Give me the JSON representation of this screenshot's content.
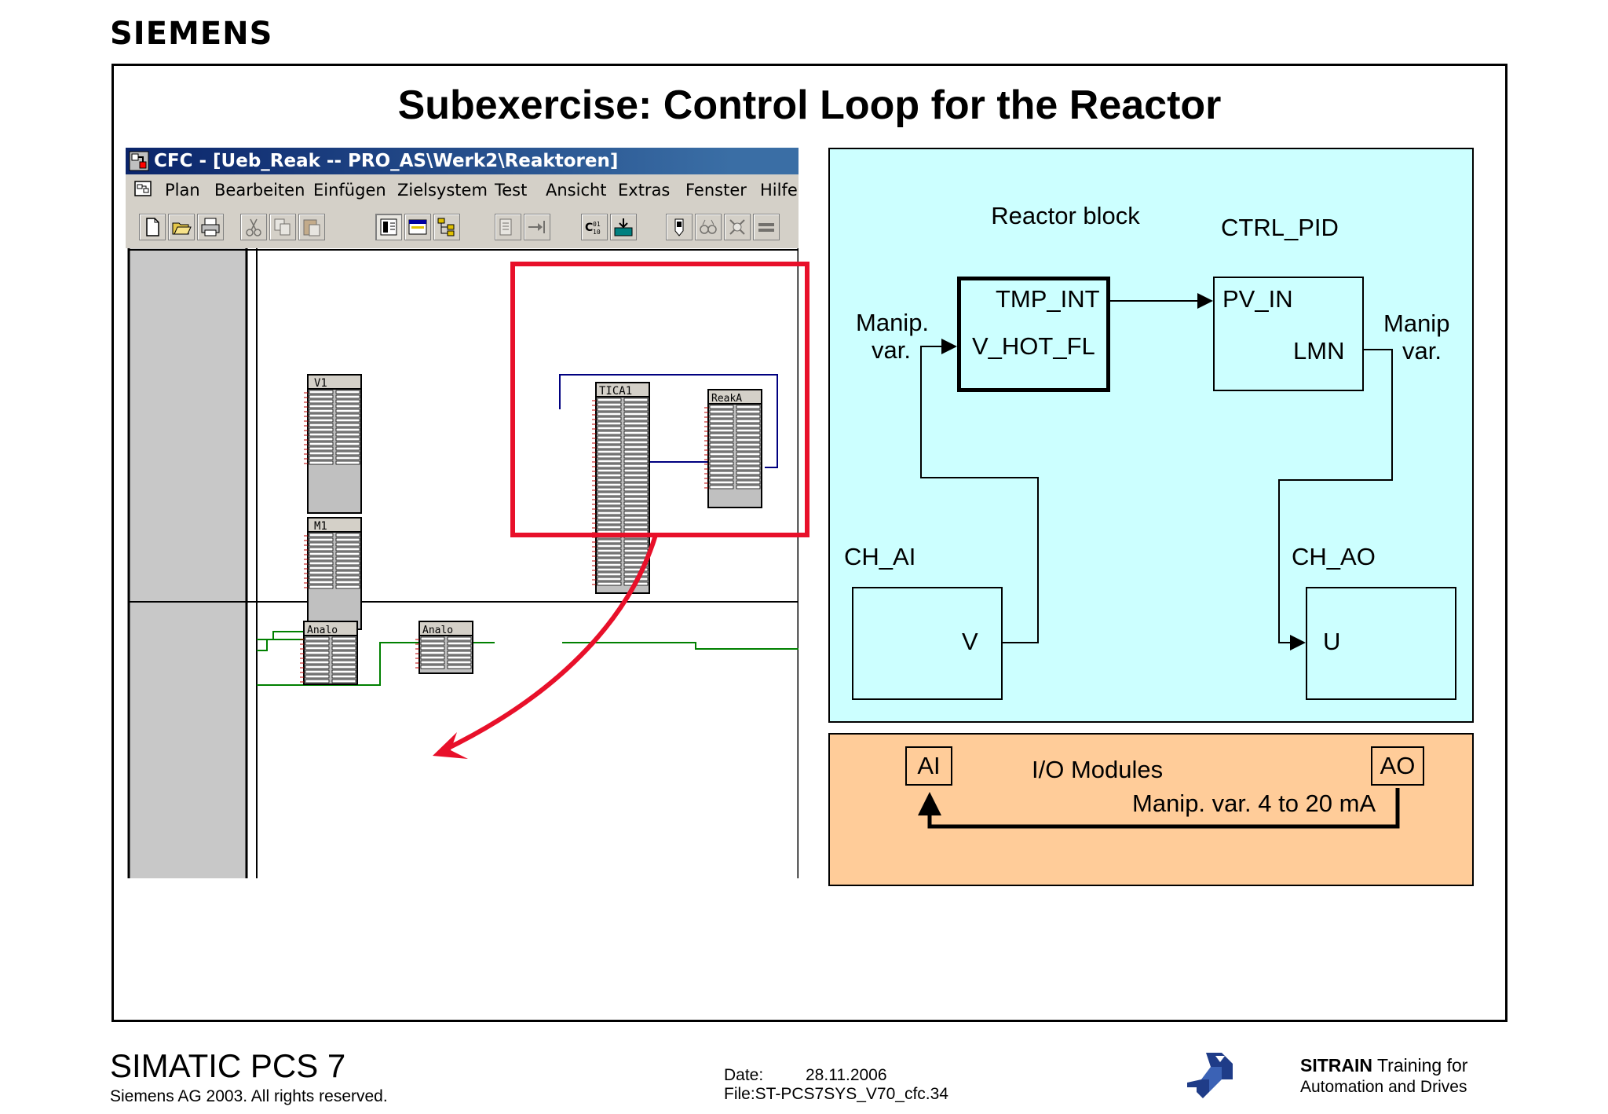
{
  "brand": {
    "logo_text": "SIEMENS"
  },
  "slide": {
    "title": "Subexercise: Control Loop for the Reactor"
  },
  "cfc_window": {
    "title": "CFC - [Ueb_Reak -- PRO_AS\\Werk2\\Reaktoren]",
    "menu": [
      "Plan",
      "Bearbeiten",
      "Einfügen",
      "Zielsystem",
      "Test",
      "Ansicht",
      "Extras",
      "Fenster",
      "Hilfe"
    ],
    "toolbar_icons": [
      "new-icon",
      "open-icon",
      "print-icon",
      "cut-icon",
      "copy-icon",
      "paste-icon",
      "catalog-icon",
      "window-icon",
      "tree-icon",
      "connect-icon",
      "arrow-icon",
      "compile-icon",
      "download-icon",
      "test-icon",
      "monitor-icon",
      "watch-icon",
      "more-icon"
    ],
    "blocks": [
      {
        "label": "V1"
      },
      {
        "label": "M1"
      },
      {
        "label": "TICA1"
      },
      {
        "label": "ReakA"
      },
      {
        "label": "Analo"
      },
      {
        "label": "Analo"
      }
    ]
  },
  "diagram": {
    "reactor_block_label": "Reactor block",
    "ctrl_pid_label": "CTRL_PID",
    "reactor_ports": {
      "out": "TMP_INT",
      "in": "V_HOT_FL"
    },
    "pid_ports": {
      "in": "PV_IN",
      "out": "LMN"
    },
    "manip_left": {
      "line1": "Manip.",
      "line2": "var."
    },
    "manip_right": {
      "line1": "Manip",
      "line2": "var."
    },
    "ch_ai": {
      "label": "CH_AI",
      "port": "V"
    },
    "ch_ao": {
      "label": "CH_AO",
      "port": "U"
    },
    "io": {
      "ai": "AI",
      "ao": "AO",
      "title": "I/O Modules",
      "signal": "Manip. var. 4 to 20 mA"
    },
    "colors": {
      "upper_bg": "#ccffff",
      "lower_bg": "#ffcc99",
      "highlight": "#e8102a"
    }
  },
  "footer": {
    "product": "SIMATIC PCS 7",
    "copyright": "Siemens AG 2003. All rights reserved.",
    "date_label": "Date:",
    "date": "28.11.2006",
    "file": "File:ST-PCS7SYS_V70_cfc.34",
    "sitrain_bold": "SITRAIN",
    "sitrain_rest": " Training for",
    "sitrain_line2": "Automation and Drives"
  }
}
